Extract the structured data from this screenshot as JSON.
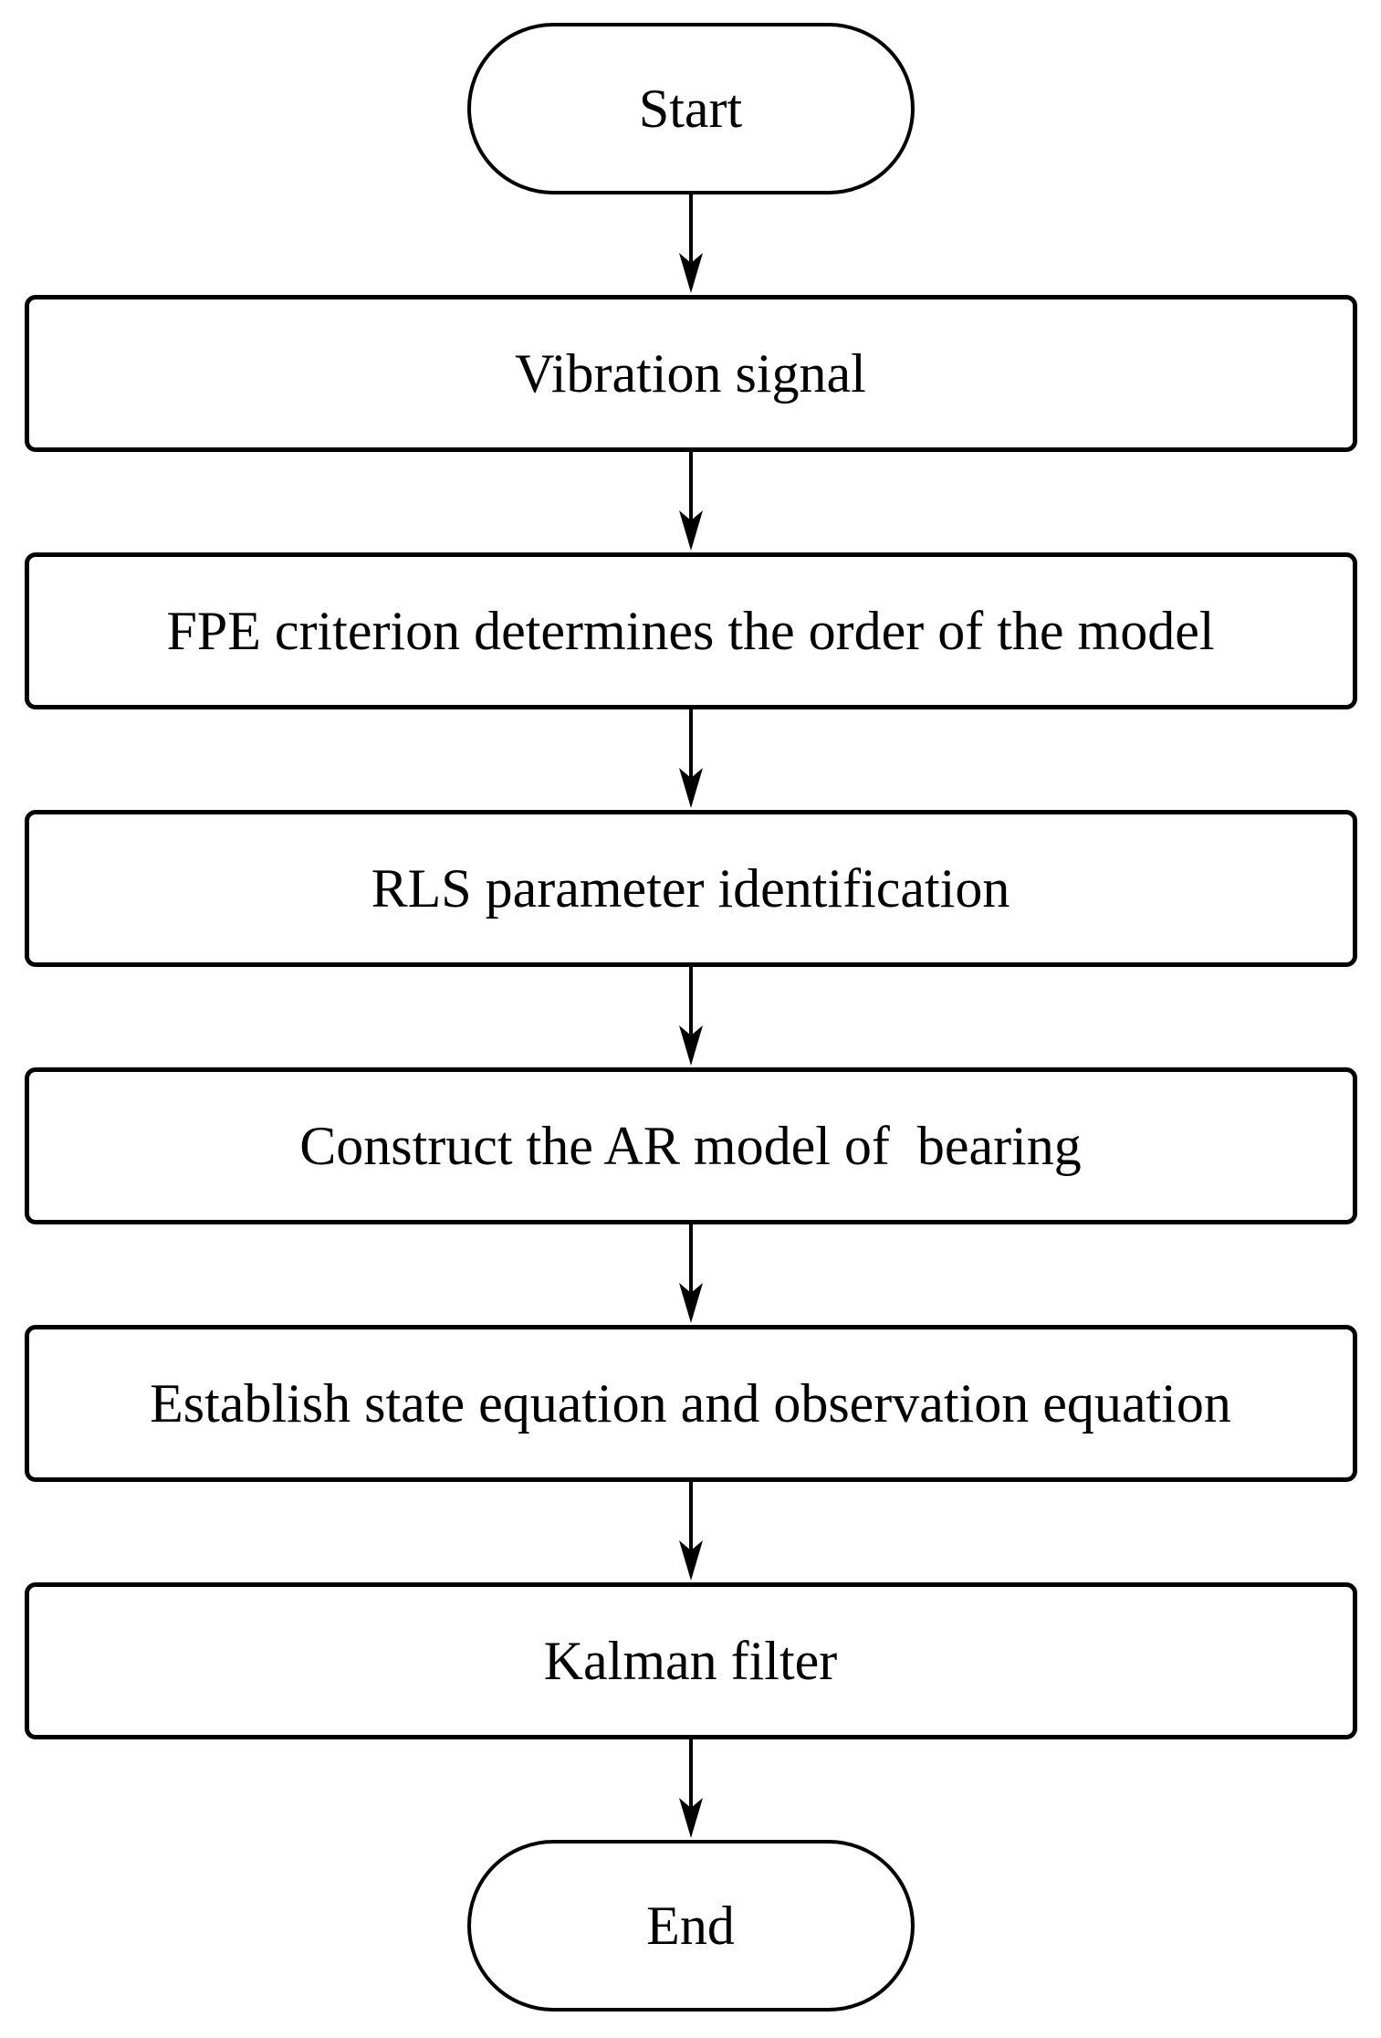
{
  "flowchart": {
    "type": "flowchart",
    "orientation": "top-to-bottom",
    "colors": {
      "stroke": "#000000",
      "node_fill": "#ffffff",
      "page_background": "#ffffff",
      "text": "#000000"
    },
    "nodes": [
      {
        "id": "start",
        "type": "terminator",
        "label": "Start"
      },
      {
        "id": "vibration-signal",
        "type": "process",
        "label": "Vibration signal"
      },
      {
        "id": "fpe-criterion",
        "type": "process",
        "label": "FPE criterion determines the order of the model"
      },
      {
        "id": "rls-identification",
        "type": "process",
        "label": "RLS parameter identification"
      },
      {
        "id": "ar-model",
        "type": "process",
        "label": "Construct the AR model of  bearing"
      },
      {
        "id": "state-equation",
        "type": "process",
        "label": "Establish state equation and observation equation"
      },
      {
        "id": "kalman-filter",
        "type": "process",
        "label": "Kalman filter"
      },
      {
        "id": "end",
        "type": "terminator",
        "label": "End"
      }
    ],
    "edges": [
      {
        "from": "start",
        "to": "vibration-signal",
        "style": "arrow-down"
      },
      {
        "from": "vibration-signal",
        "to": "fpe-criterion",
        "style": "arrow-down"
      },
      {
        "from": "fpe-criterion",
        "to": "rls-identification",
        "style": "arrow-down"
      },
      {
        "from": "rls-identification",
        "to": "ar-model",
        "style": "arrow-down"
      },
      {
        "from": "ar-model",
        "to": "state-equation",
        "style": "arrow-down"
      },
      {
        "from": "state-equation",
        "to": "kalman-filter",
        "style": "arrow-down"
      },
      {
        "from": "kalman-filter",
        "to": "end",
        "style": "arrow-down"
      }
    ]
  }
}
